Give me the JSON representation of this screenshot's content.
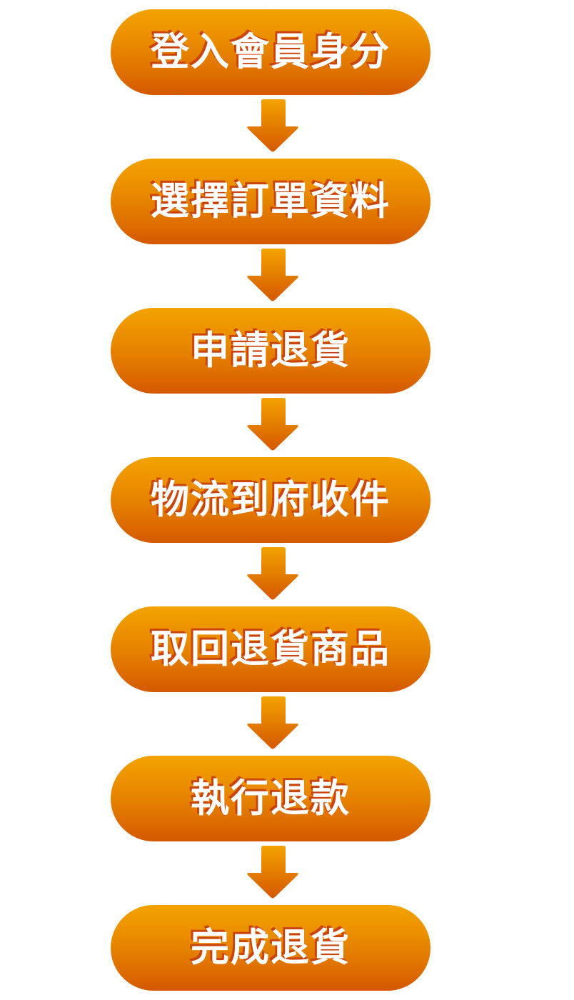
{
  "flowchart": {
    "title": "退貨流程",
    "steps": [
      {
        "label": "登入會員身分"
      },
      {
        "label": "選擇訂單資料"
      },
      {
        "label": "申請退貨"
      },
      {
        "label": "物流到府收件"
      },
      {
        "label": "取回退貨商品"
      },
      {
        "label": "執行退款"
      },
      {
        "label": "完成退貨"
      }
    ],
    "connector_icon": "arrow-down-icon",
    "colors": {
      "pill_top": "#f3a300",
      "pill_bottom": "#d45800",
      "text": "#ffffff",
      "text_shadow": "#c9450d",
      "background": "#ffffff"
    }
  }
}
